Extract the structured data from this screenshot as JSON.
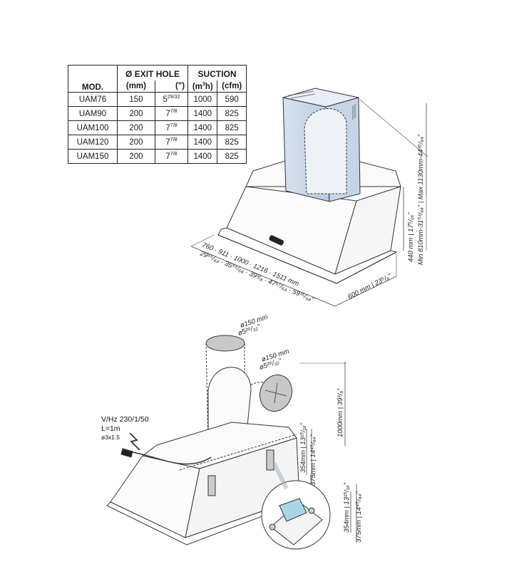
{
  "table": {
    "col_mod": "MOD.",
    "group_exit": "Ø EXIT HOLE",
    "group_suction": "SUCTION",
    "unit_mm": "(mm)",
    "unit_inch": "(\")",
    "unit_m3h_pre": "(m",
    "unit_m3h_sup": "3",
    "unit_m3h_post": "h)",
    "unit_cfm": "(cfm)",
    "rows": [
      {
        "model": "UAM76",
        "mm": "150",
        "inch_whole": "5",
        "inch_frac": "29/32",
        "m3h": "1000",
        "cfm": "590"
      },
      {
        "model": "UAM90",
        "mm": "200",
        "inch_whole": "7",
        "inch_frac": "7/8",
        "m3h": "1400",
        "cfm": "825"
      },
      {
        "model": "UAM100",
        "mm": "200",
        "inch_whole": "7",
        "inch_frac": "7/8",
        "m3h": "1400",
        "cfm": "825"
      },
      {
        "model": "UAM120",
        "mm": "200",
        "inch_whole": "7",
        "inch_frac": "7/8",
        "m3h": "1400",
        "cfm": "825"
      },
      {
        "model": "UAM150",
        "mm": "200",
        "inch_whole": "7",
        "inch_frac": "7/8",
        "m3h": "1400",
        "cfm": "825"
      }
    ]
  },
  "top_drawing": {
    "width_mm": "760 · 911 · 1000 · 1216 · 1511 mm",
    "width_in": "29⁵⁵/₆₄ · 35⁵⁵/₆₄ · 39³/₈ · 47⁵⁷/₆₄ · 59³⁵/₆₄\"",
    "depth": "600 mm | 23⁵/₈\"",
    "body_height": "440 mm | 17⁵/₁₆\"",
    "chimney_height": "Min 810mm-31⁵³/₆₄\" | Max 1130mm-44³⁵/₆₄\""
  },
  "bottom_drawing": {
    "duct_top_mm": "ø150 mm",
    "duct_top_in": "ø5²⁹/₃₂\"",
    "duct_side_mm": "ø150 mm",
    "duct_side_in": "ø5²⁹/₃₂\"",
    "power_line1": "V/Hz 230/1/50",
    "power_line2": "L=1m",
    "power_line3": "ø3x1.5",
    "height_total": "1000mm | 39³/₈\"",
    "bracket_a": "354mm | 13¹⁵/₁₆\"",
    "bracket_b": "375mm | 14⁴⁵/₆₄\"",
    "detail_a": "354mm | 13¹⁵/₁₆\"",
    "detail_b": "375mm | 14⁴⁵/₆₄\""
  }
}
